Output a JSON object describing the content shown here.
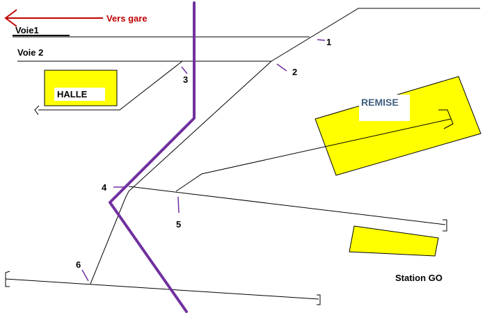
{
  "colors": {
    "background": "#ffffff",
    "track": "#000000",
    "route": "#7030a0",
    "building": "#ffff00",
    "direction_arrow": "#c00000",
    "direction_text": "#c00000",
    "remise_text": "#3f5f7f",
    "label_text": "#000000"
  },
  "direction": {
    "label": "Vers gare",
    "icon": "arrow-left-icon"
  },
  "tracks": {
    "voie1": "Voie1",
    "voie2": "Voie 2"
  },
  "buildings": {
    "halle": "HALLE",
    "remise": "REMISE",
    "station_go": "Station GO"
  },
  "switches": [
    "1",
    "2",
    "3",
    "4",
    "5",
    "6"
  ]
}
